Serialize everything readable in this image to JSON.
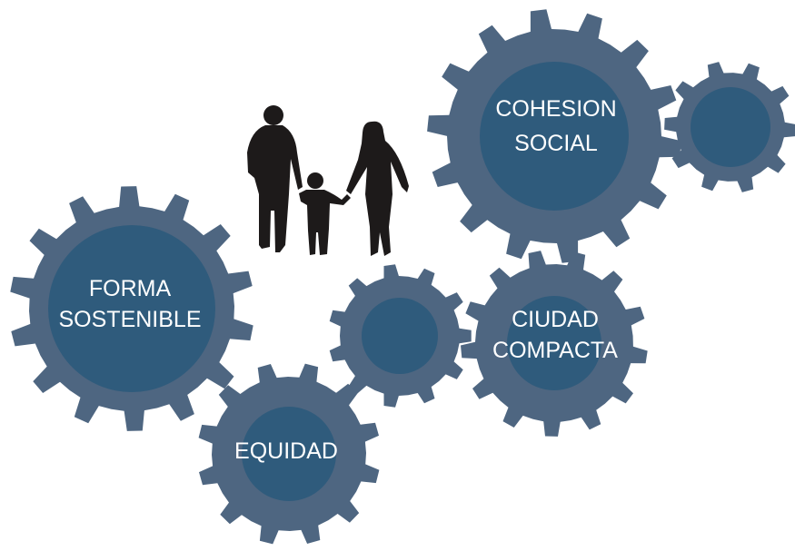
{
  "colors": {
    "gear_outer": "#4e6681",
    "gear_inner": "#2f5b7c",
    "text": "#ffffff",
    "silhouette": "#1d1a1a"
  },
  "gears": {
    "cohesion": {
      "lines": [
        "COHESION",
        "SOCIAL"
      ]
    },
    "small_right": {
      "lines": []
    },
    "forma": {
      "lines": [
        "FORMA",
        "SOSTENIBLE"
      ]
    },
    "middle": {
      "lines": []
    },
    "ciudad": {
      "lines": [
        "CIUDAD",
        "COMPACTA"
      ]
    },
    "equidad": {
      "lines": [
        "EQUIDAD"
      ]
    }
  },
  "silhouette": {
    "icon": "family-silhouette-icon"
  }
}
